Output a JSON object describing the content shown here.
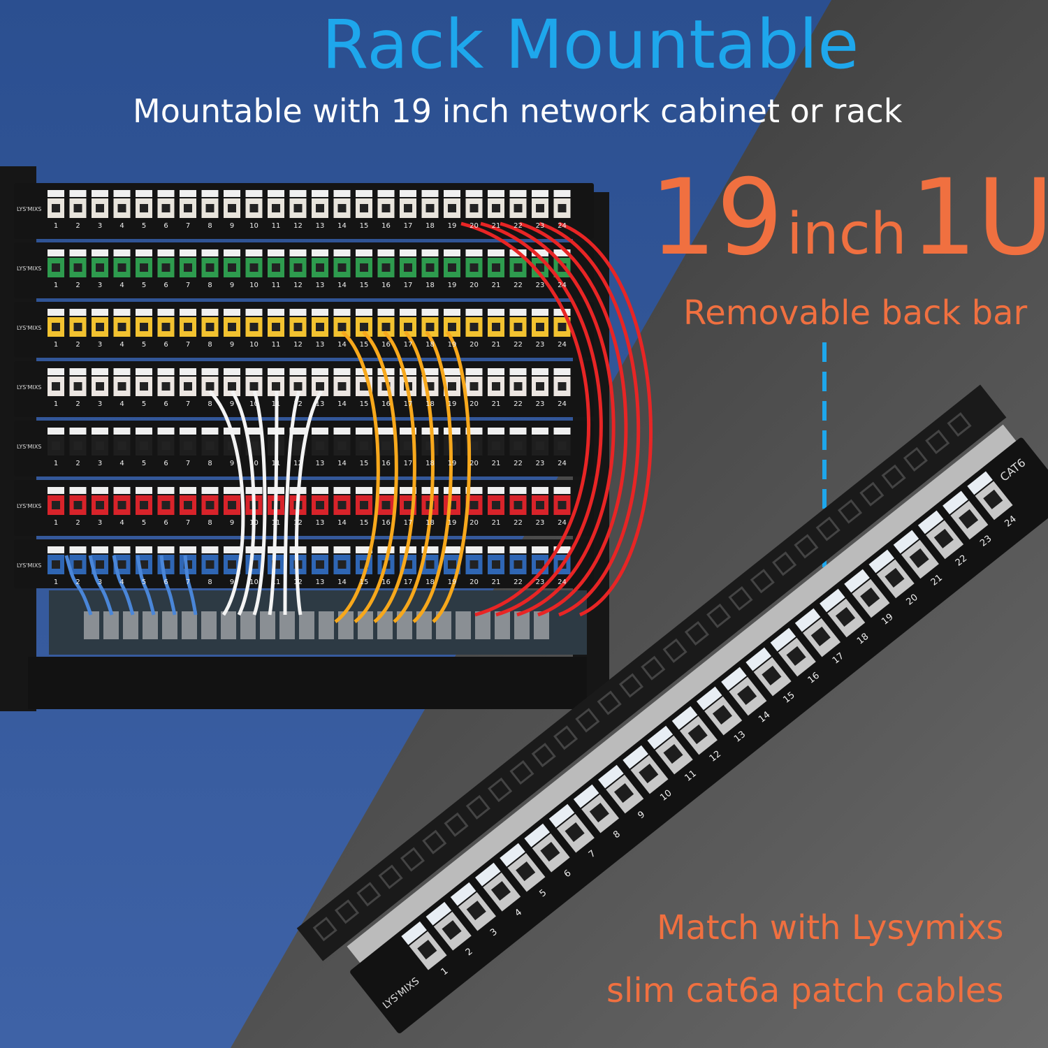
{
  "headline": {
    "title": "Rack Mountable",
    "subtitle": "Mountable with 19 inch network cabinet or rack",
    "size_number": "19",
    "size_unit": "inch",
    "size_height": "1U",
    "callout": "Removable back bar",
    "match_line1": "Match with Lysymixs",
    "match_line2": "slim cat6a patch cables"
  },
  "brand_logo": "LYS'MIXS",
  "panel_label": "CAT6",
  "port_numbers": [
    "1",
    "2",
    "3",
    "4",
    "5",
    "6",
    "7",
    "8",
    "9",
    "10",
    "11",
    "12",
    "13",
    "14",
    "15",
    "16",
    "17",
    "18",
    "19",
    "20",
    "21",
    "22",
    "23",
    "24"
  ],
  "rack_row_colors": [
    "#e8e4dc",
    "#2e9b4e",
    "#f2c230",
    "#ece6e2",
    "#1e1e1e",
    "#d8232a",
    "#2f66b4"
  ],
  "cable_colors": {
    "white": "#f4f4f4",
    "yellow": "#f7a81c",
    "red": "#e82525",
    "blue": "#4a86d8"
  },
  "colors": {
    "title": "#1ea7ec",
    "accent": "#f07040",
    "background_blue": "#2f5596",
    "background_dark": "#3c3c3c"
  }
}
